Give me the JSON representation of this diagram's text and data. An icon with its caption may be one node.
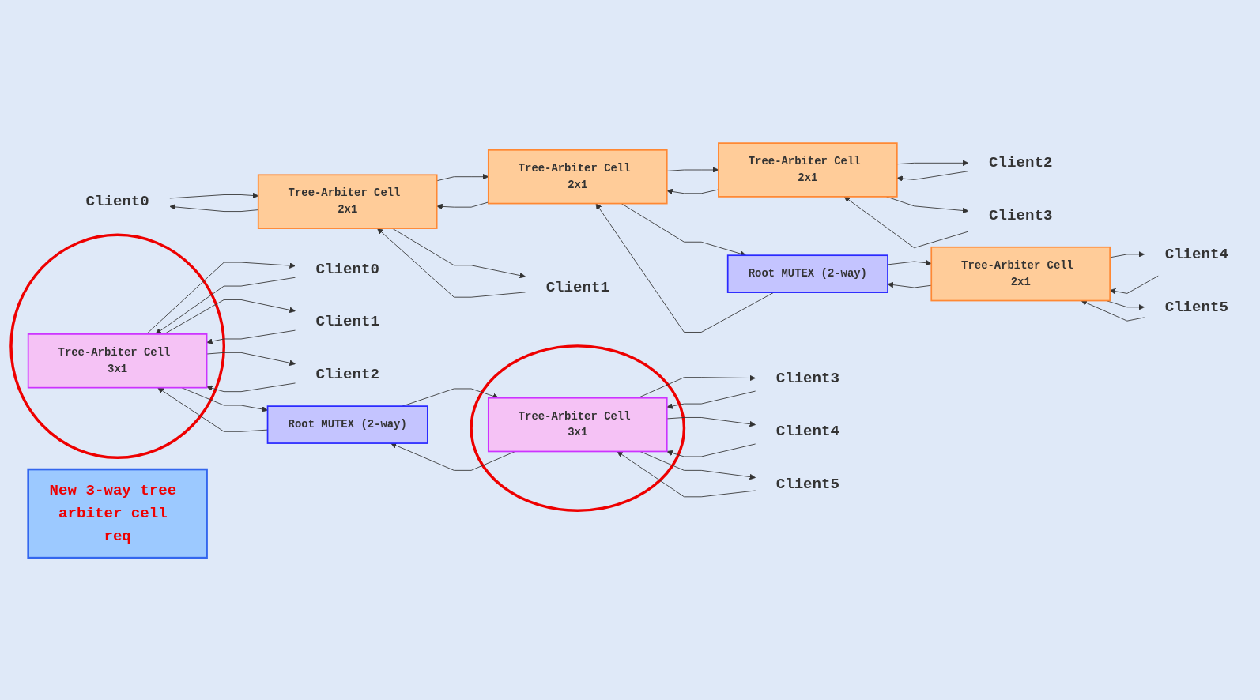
{
  "diagram": {
    "nodes": [
      {
        "text": [
          "Client0"
        ]
      },
      {
        "text": [
          "Client1"
        ]
      },
      {
        "text": [
          "Tree-Arbiter Cell 2x1"
        ]
      },
      {
        "text": [
          "Tree-Arbiter Cell 2x1"
        ]
      },
      {
        "text": [
          "Client2"
        ]
      },
      {
        "text": [
          "Client3"
        ]
      },
      {
        "text": [
          "Tree-Arbiter Cell 2x1"
        ]
      },
      {
        "text": [
          "Root MUTEX (2-way)"
        ]
      },
      {
        "text": [
          "Client4"
        ]
      },
      {
        "text": [
          "Client5"
        ]
      },
      {
        "text": [
          "Tree-Arbiter Cell 2x1"
        ]
      },
      {
        "text": [],
        "shape": "ellipse"
      },
      {
        "text": [
          "Client0"
        ]
      },
      {
        "text": [
          "Client1"
        ]
      },
      {
        "text": [
          "Client2"
        ]
      },
      {
        "text": [
          "Tree-Arbiter Cell 3x1"
        ],
        "in": 11
      },
      {
        "text": [
          "Root MUTEX (2-way)"
        ]
      },
      {
        "text": [],
        "shape": "ellipse"
      },
      {
        "text": [
          "Client3"
        ]
      },
      {
        "text": [
          "Client4"
        ]
      },
      {
        "text": [
          "Client5"
        ]
      },
      {
        "text": [
          "Tree-Arbiter Cell 3x1"
        ],
        "in": 17
      },
      {
        "text": [
          "New 3-way tree arbiter cell req"
        ]
      }
    ],
    "edges": [
      {
        "from": 0,
        "to": 2,
        "arrow": "to"
      },
      {
        "from": 2,
        "to": 0,
        "arrow": "to"
      },
      {
        "from": 1,
        "to": 2,
        "arrow": "to"
      },
      {
        "from": 2,
        "to": 1,
        "arrow": "to"
      },
      {
        "from": 4,
        "to": 6,
        "arrow": "to"
      },
      {
        "from": 6,
        "to": 4,
        "arrow": "to"
      },
      {
        "from": 5,
        "to": 6,
        "arrow": "to"
      },
      {
        "from": 6,
        "to": 5,
        "arrow": "to"
      },
      {
        "from": 2,
        "to": 3,
        "arrow": "to"
      },
      {
        "from": 3,
        "to": 2,
        "arrow": "to"
      },
      {
        "from": 6,
        "to": 3,
        "arrow": "to"
      },
      {
        "from": 3,
        "to": 6,
        "arrow": "to"
      },
      {
        "from": 3,
        "to": 7,
        "arrow": "to"
      },
      {
        "from": 7,
        "to": 3,
        "arrow": "to"
      },
      {
        "from": 8,
        "to": 10,
        "arrow": "to"
      },
      {
        "from": 10,
        "to": 8,
        "arrow": "to"
      },
      {
        "from": 9,
        "to": 10,
        "arrow": "to"
      },
      {
        "from": 10,
        "to": 9,
        "arrow": "to"
      },
      {
        "from": 10,
        "to": 7,
        "arrow": "to"
      },
      {
        "from": 7,
        "to": 10,
        "arrow": "to"
      },
      {
        "from": 12,
        "to": 15,
        "arrow": "to"
      },
      {
        "from": 15,
        "to": 12,
        "arrow": "to"
      },
      {
        "from": 13,
        "to": 15,
        "arrow": "to"
      },
      {
        "from": 15,
        "to": 13,
        "arrow": "to"
      },
      {
        "from": 14,
        "to": 15,
        "arrow": "to"
      },
      {
        "from": 15,
        "to": 14,
        "arrow": "to"
      },
      {
        "from": 18,
        "to": 21,
        "arrow": "to"
      },
      {
        "from": 21,
        "to": 18,
        "arrow": "to"
      },
      {
        "from": 19,
        "to": 21,
        "arrow": "to"
      },
      {
        "from": 21,
        "to": 19,
        "arrow": "to"
      },
      {
        "from": 20,
        "to": 21,
        "arrow": "to"
      },
      {
        "from": 21,
        "to": 20,
        "arrow": "to"
      },
      {
        "from": 15,
        "to": 16,
        "arrow": "to"
      },
      {
        "from": 16,
        "to": 15,
        "arrow": "to"
      },
      {
        "from": 21,
        "to": 16,
        "arrow": "to"
      },
      {
        "from": 16,
        "to": 21,
        "arrow": "to"
      }
    ]
  }
}
